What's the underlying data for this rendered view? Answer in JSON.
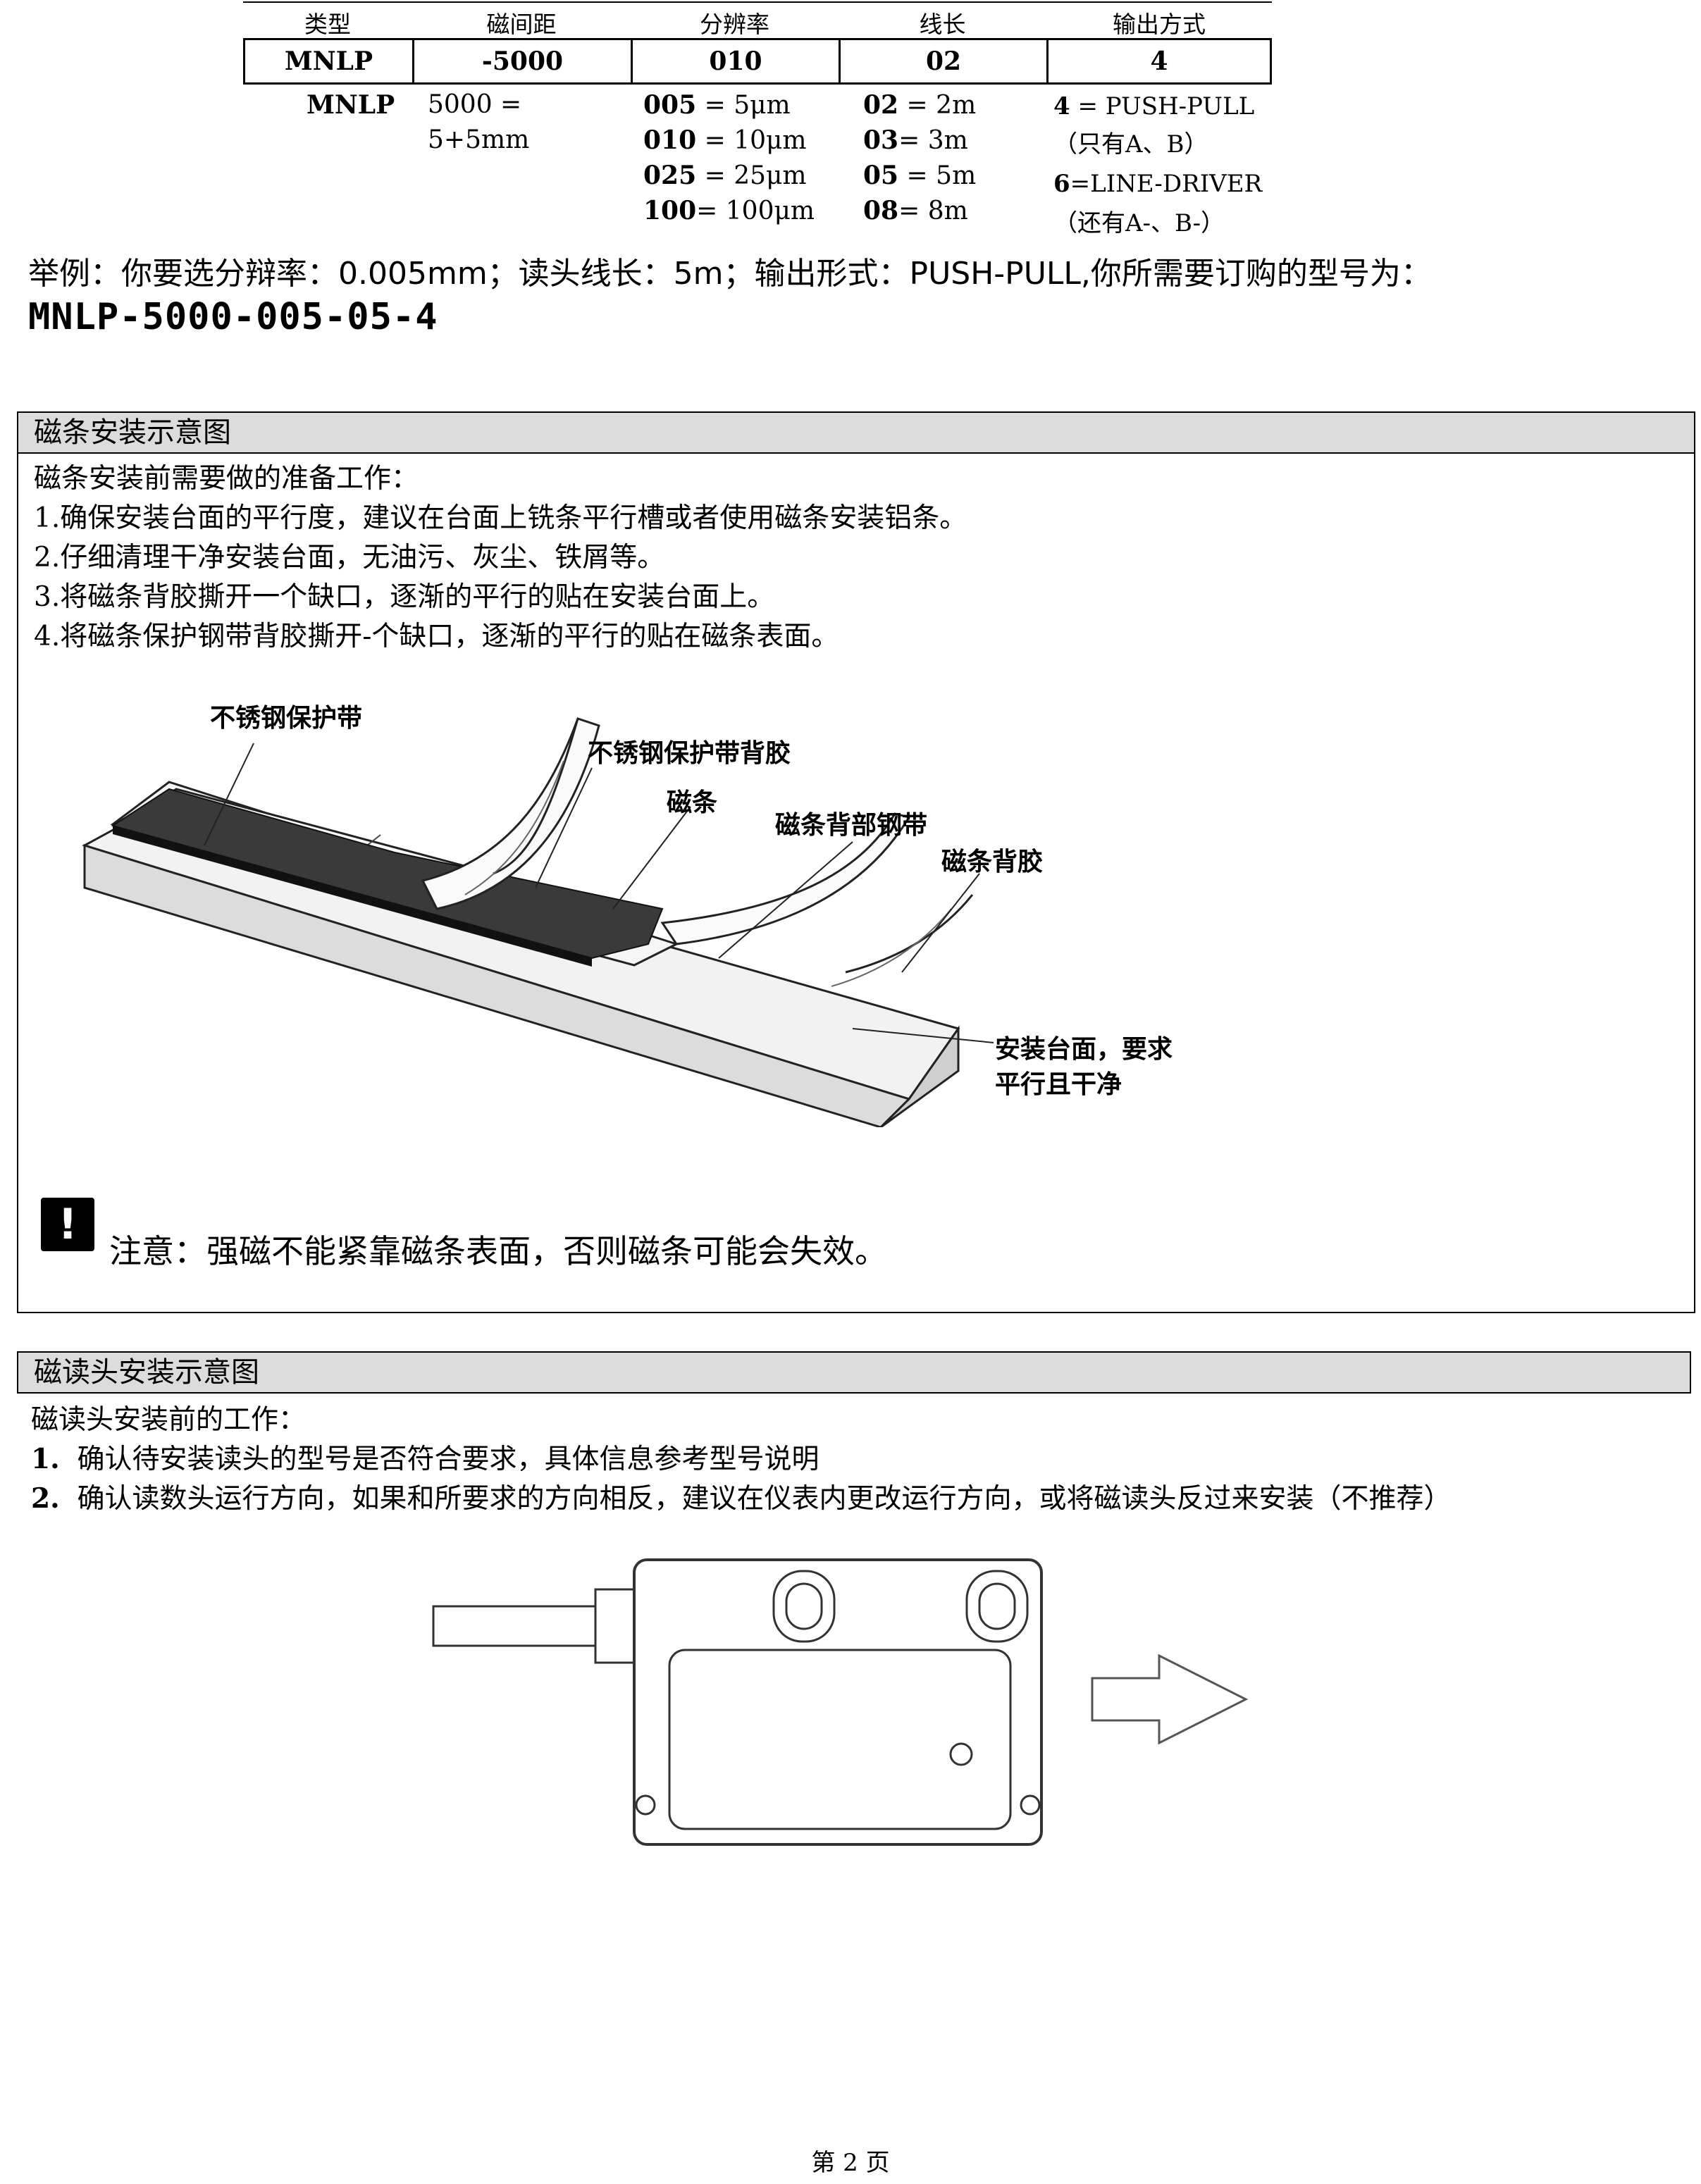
{
  "model_table": {
    "headers": [
      "类型",
      "磁间距",
      "分辨率",
      "线长",
      "输出方式"
    ],
    "values": [
      "MNLP",
      "-5000",
      "010",
      "02",
      "4"
    ],
    "type_option": "MNLP",
    "pitch_options": [
      "5000 =",
      "5+5mm"
    ],
    "resolution_options": [
      {
        "code": "005",
        "desc": " = 5μm"
      },
      {
        "code": "010",
        "desc": " = 10μm"
      },
      {
        "code": "025",
        "desc": " = 25μm"
      },
      {
        "code": "100",
        "desc": "= 100μm"
      }
    ],
    "cable_options": [
      {
        "code": "02",
        "desc": " = 2m"
      },
      {
        "code": "03",
        "desc": "= 3m"
      },
      {
        "code": "05",
        "desc": " = 5m"
      },
      {
        "code": "08",
        "desc": "= 8m"
      }
    ],
    "output_options": [
      {
        "code": "4",
        "desc": " = PUSH-PULL"
      },
      {
        "code": "",
        "desc": "（只有A、B）"
      },
      {
        "code": "6",
        "desc": "=LINE-DRIVER"
      },
      {
        "code": "",
        "desc": "（还有A-、B-）"
      }
    ]
  },
  "example": {
    "text": "举例：你要选分辩率：0.005mm；读头线长：5m；输出形式：PUSH-PULL,你所需要订购的型号为：",
    "model": "MNLP-5000-005-05-4"
  },
  "strip_section": {
    "title": "磁条安装示意图",
    "intro": "磁条安装前需要做的准备工作：",
    "steps": [
      "1.确保安装台面的平行度，建议在台面上铣条平行槽或者使用磁条安装铝条。",
      "2.仔细清理干净安装台面，无油污、灰尘、铁屑等。",
      "3.将磁条背胶撕开一个缺口，逐渐的平行的贴在安装台面上。",
      "4.将磁条保护钢带背胶撕开-个缺口，逐渐的平行的贴在磁条表面。"
    ],
    "diagram_labels": {
      "cover": "不锈钢保护带",
      "cover_adhesive": "不锈钢保护带背胶",
      "strip": "磁条",
      "backing": "磁条背部钢带",
      "backing_adhesive": "磁条背胶",
      "surface_line1": "安装台面，要求",
      "surface_line2": "平行且干净"
    },
    "warning_icon": "!",
    "warning": "注意：强磁不能紧靠磁条表面，否则磁条可能会失效。"
  },
  "head_section": {
    "title": "磁读头安装示意图",
    "intro": "磁读头安装前的工作：",
    "steps": [
      {
        "num": "1.",
        "text": "确认待安装读头的型号是否符合要求，具体信息参考型号说明"
      },
      {
        "num": "2.",
        "text": "确认读数头运行方向，如果和所要求的方向相反，建议在仪表内更改运行方向，或将磁读头反过来安装（不推荐）"
      }
    ]
  },
  "footer": {
    "page": "第 2 页"
  },
  "colors": {
    "section_header_bg": "#dcdcdc",
    "strip_dark": "#3a3a3a",
    "surface_gray": "#e6e6e6"
  }
}
